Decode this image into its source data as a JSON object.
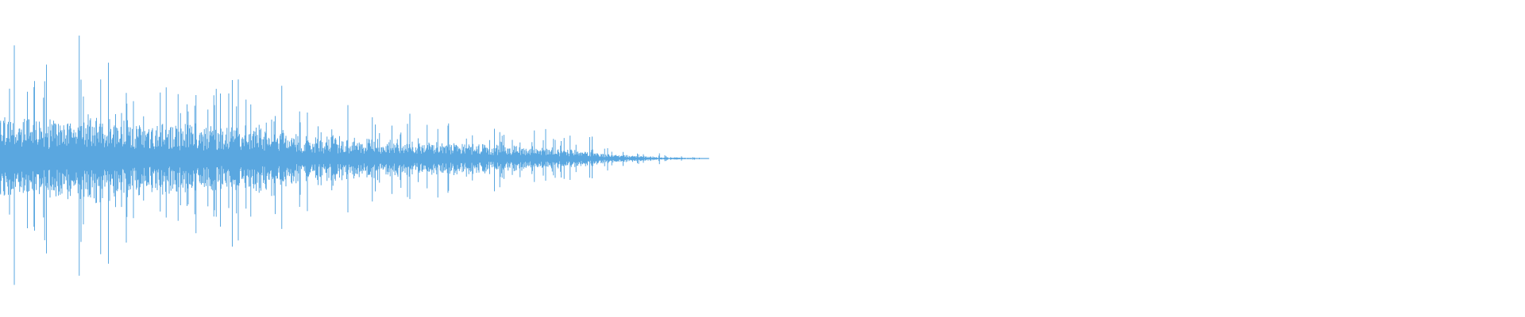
{
  "waveform": {
    "color": "#5aa7e0",
    "background": "#ffffff",
    "sound_extent": 0.465,
    "peak_amplitude": 0.91,
    "envelope": [
      [
        0.0,
        0.95
      ],
      [
        0.03,
        0.82
      ],
      [
        0.06,
        1.0
      ],
      [
        0.09,
        0.78
      ],
      [
        0.12,
        0.74
      ],
      [
        0.15,
        0.66
      ],
      [
        0.17,
        0.72
      ],
      [
        0.2,
        0.52
      ],
      [
        0.23,
        0.46
      ],
      [
        0.26,
        0.42
      ],
      [
        0.29,
        0.36
      ],
      [
        0.32,
        0.3
      ],
      [
        0.35,
        0.26
      ],
      [
        0.38,
        0.18
      ],
      [
        0.4,
        0.1
      ],
      [
        0.42,
        0.06
      ],
      [
        0.44,
        0.03
      ],
      [
        0.465,
        0.0
      ]
    ]
  }
}
